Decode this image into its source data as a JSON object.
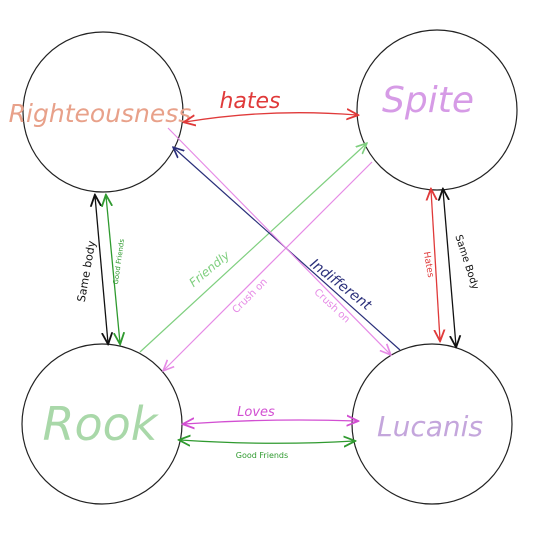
{
  "nodes": {
    "righteousness": {
      "label": "Righteousness",
      "color": "#e8a18a"
    },
    "spite": {
      "label": "Spite",
      "color": "#d69be6"
    },
    "rook": {
      "label": "Rook",
      "color": "#a9d8a9"
    },
    "lucanis": {
      "label": "Lucanis",
      "color": "#c4a6dc"
    }
  },
  "edges": {
    "hates_top": {
      "label": "hates",
      "color": "#e03a3a"
    },
    "hates_right": {
      "label": "Hates",
      "color": "#e03a3a"
    },
    "same_body_left": {
      "label": "Same body",
      "color": "#111111"
    },
    "same_body_right": {
      "label": "Same Body",
      "color": "#111111"
    },
    "good_friends_left": {
      "label": "Good Friends",
      "color": "#2f9a2f"
    },
    "good_friends_bottom": {
      "label": "Good Friends",
      "color": "#2f9a2f"
    },
    "loves": {
      "label": "Loves",
      "color": "#d24fd2"
    },
    "friendly": {
      "label": "Friendly",
      "color": "#7fcf7f"
    },
    "indifferent": {
      "label": "Indifferent",
      "color": "#2a2f7a"
    },
    "crush_left": {
      "label": "Crush on",
      "color": "#e68ae6"
    },
    "crush_right": {
      "label": "Crush on",
      "color": "#e68ae6"
    }
  }
}
